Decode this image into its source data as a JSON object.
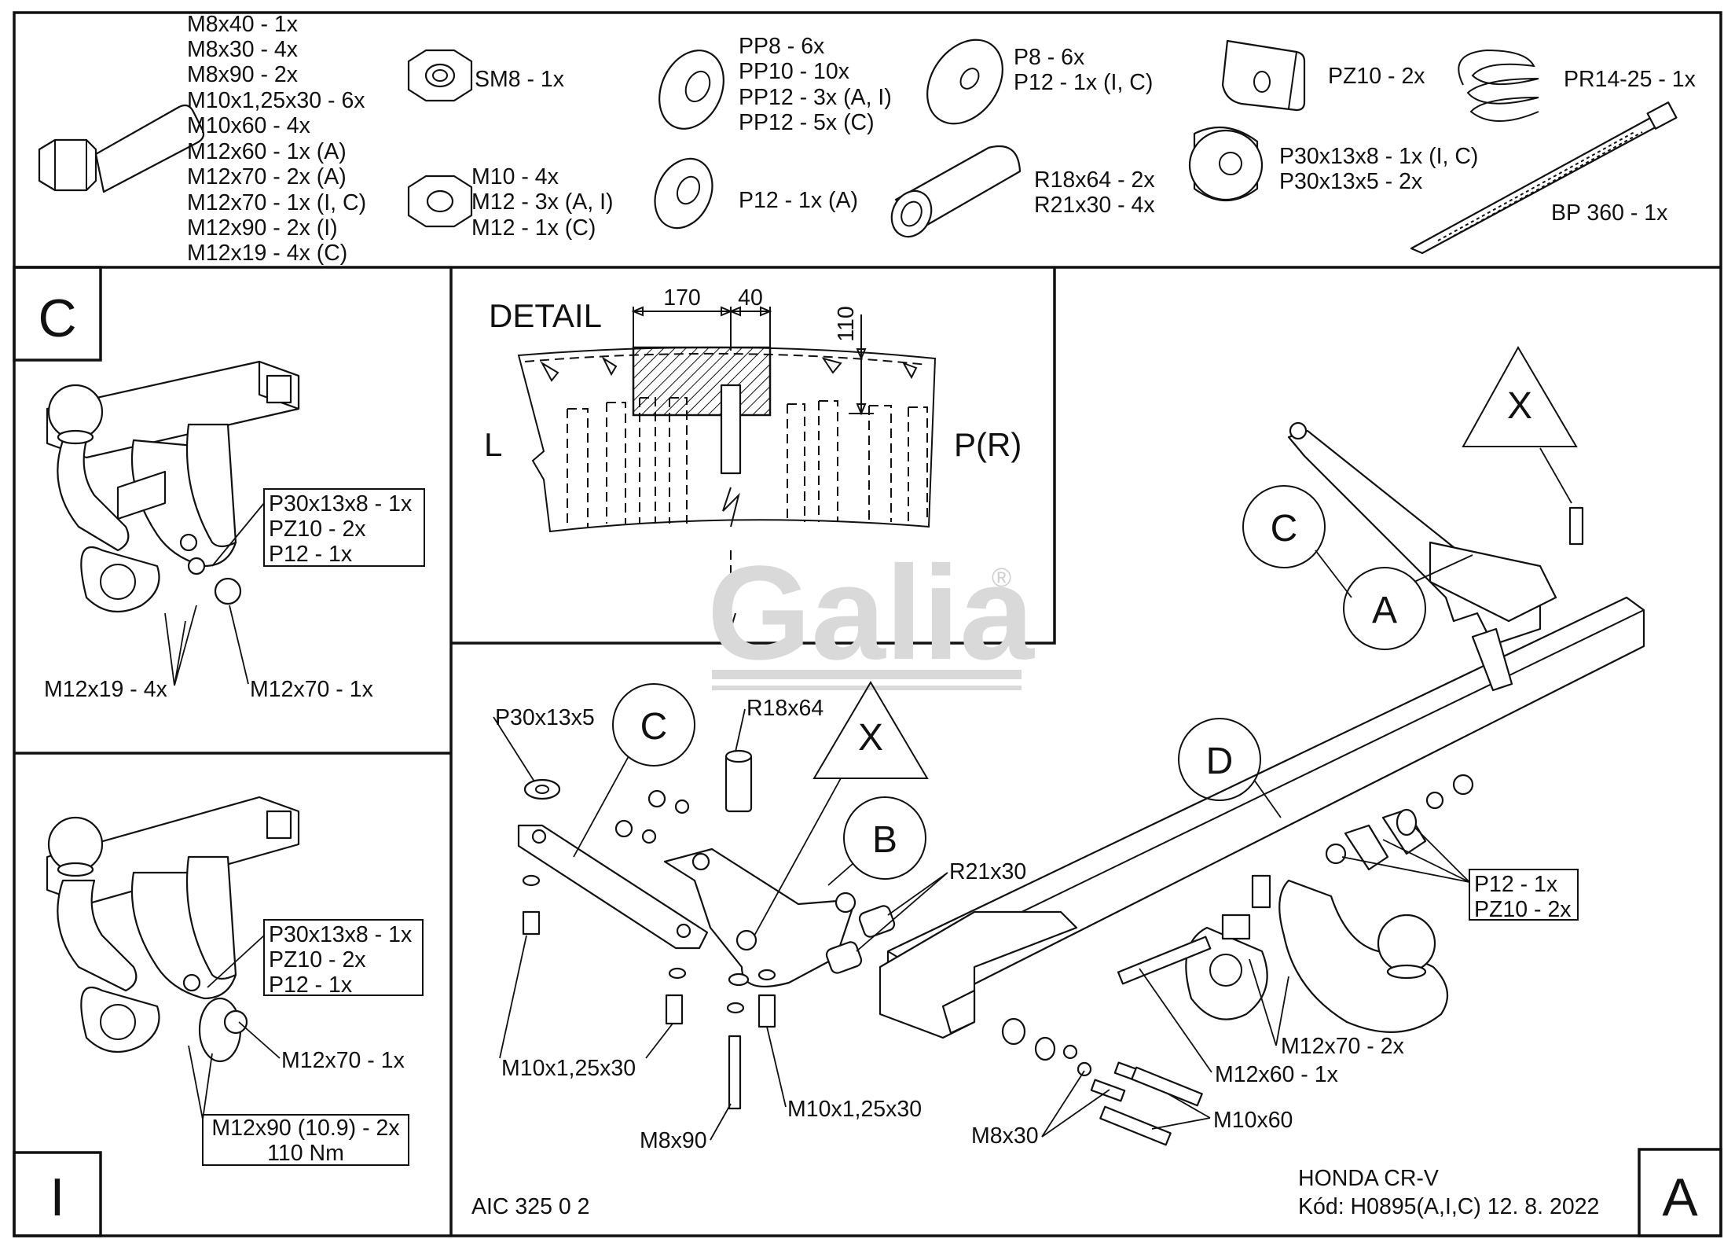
{
  "parts_list": {
    "bolts": [
      "M8x40 - 1x",
      "M8x30 - 4x",
      "M8x90 - 2x",
      "M10x1,25x30 - 6x",
      "M10x60 - 4x",
      "M12x60 - 1x (A)",
      "M12x70 - 2x (A)",
      "M12x70 - 1x (I, C)",
      "M12x90 - 2x (I)",
      "M12x19 - 4x (C)"
    ],
    "sm8": "SM8 - 1x",
    "nuts": [
      "M10 - 4x",
      "M12 - 3x (A, I)",
      "M12 - 1x (C)"
    ],
    "pp_washers": [
      "PP8 - 6x",
      "PP10 - 10x",
      "PP12 - 3x (A, I)",
      "PP12 - 5x (C)"
    ],
    "p12a": "P12 - 1x (A)",
    "p_washers": [
      "P8 - 6x",
      "P12 - 1x (I, C)"
    ],
    "sleeves": [
      "R18x64 - 2x",
      "R21x30 - 4x"
    ],
    "pz10": "PZ10 - 2x",
    "spacers": [
      "P30x13x8 - 1x (I, C)",
      "P30x13x5 - 2x"
    ],
    "pr": "PR14-25 - 1x",
    "bp": "BP 360 - 1x"
  },
  "panel_c": {
    "letter": "C",
    "box": [
      "P30x13x8 - 1x",
      "PZ10 - 2x",
      "P12 - 1x"
    ],
    "label_left": "M12x19 - 4x",
    "label_right": "M12x70 - 1x"
  },
  "panel_i": {
    "letter": "I",
    "box": [
      "P30x13x8 - 1x",
      "PZ10 - 2x",
      "P12 - 1x"
    ],
    "label_bolt": "M12x70 - 1x",
    "torque": [
      "M12x90 (10.9) - 2x",
      "110 Nm"
    ]
  },
  "detail": {
    "title": "DETAIL",
    "dim1": "170",
    "dim2": "40",
    "dim3": "110",
    "left": "L",
    "right": "P(R)"
  },
  "watermark": {
    "text": "Galia",
    "mark": "®"
  },
  "main": {
    "circles": {
      "c1": "C",
      "a": "A",
      "d": "D",
      "b": "B",
      "c2": "C"
    },
    "triangles": {
      "x1": "X",
      "x2": "X"
    },
    "labels": {
      "p30x13x5": "P30x13x5",
      "r18x64": "R18x64",
      "r21x30": "R21x30",
      "m10x1_left": "M10x1,25x30",
      "m10x1_right": "M10x1,25x30",
      "m8x90": "M8x90",
      "m8x30": "M8x30",
      "m10x60": "M10x60",
      "m12x60": "M12x60 - 1x",
      "m12x70": "M12x70 - 2x"
    },
    "box": [
      "P12 - 1x",
      "PZ10 - 2x"
    ]
  },
  "title_block": {
    "code": "AIC 325 0 2",
    "model": "HONDA CR-V",
    "kod": "Kód: H0895(A,I,C)  12. 8. 2022",
    "letter": "A"
  }
}
